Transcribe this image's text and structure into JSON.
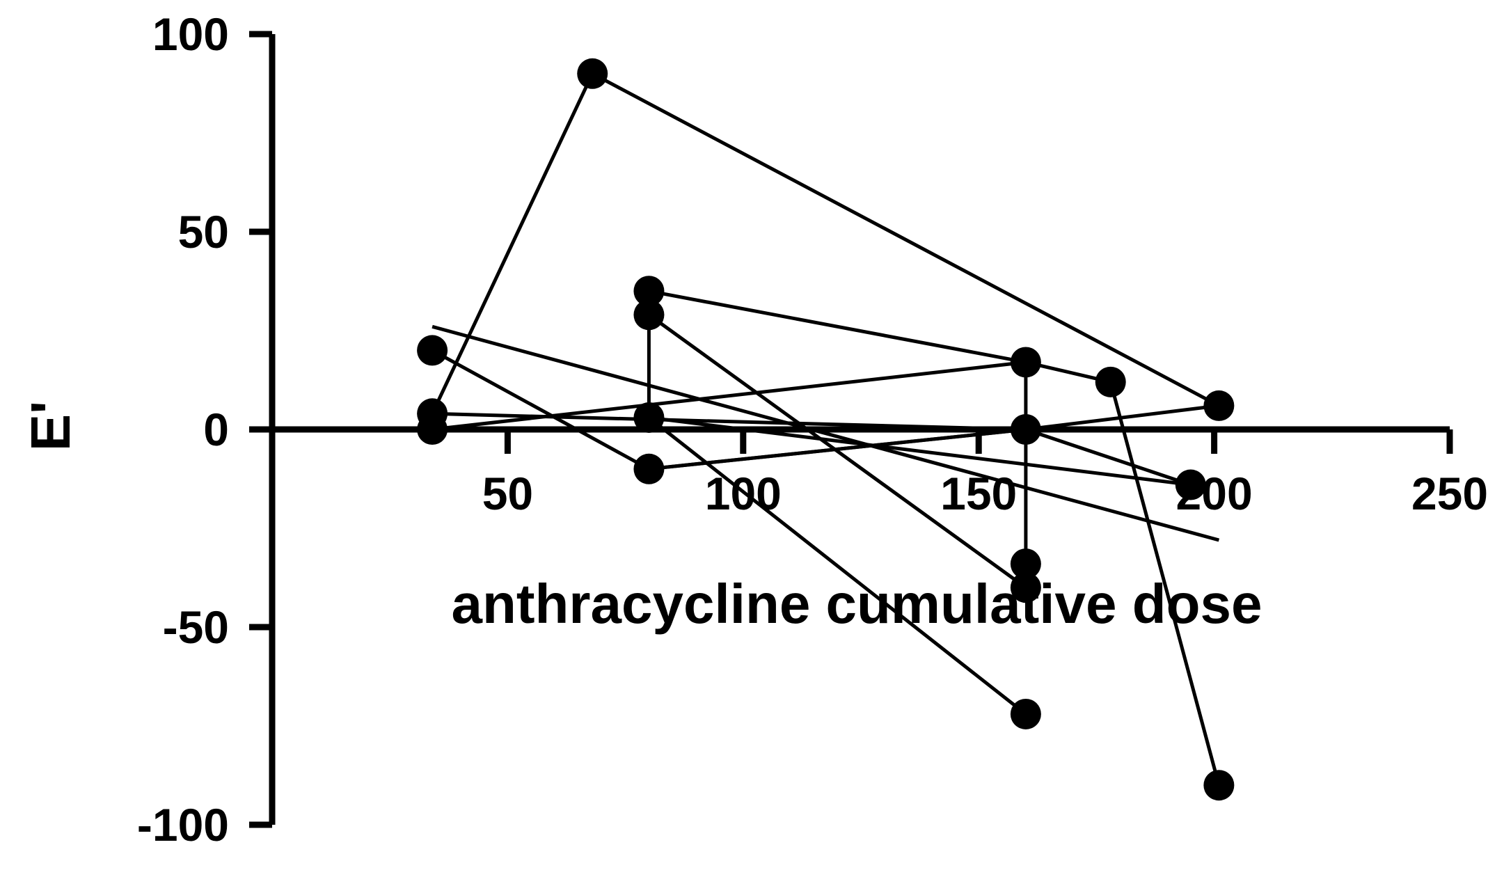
{
  "chart_data": {
    "type": "line",
    "title": "",
    "xlabel": "anthracycline cumulative dose",
    "ylabel": "E'",
    "xlim": [
      0,
      250
    ],
    "ylim": [
      -100,
      100
    ],
    "x_ticks": [
      "50",
      "100",
      "150",
      "200",
      "250"
    ],
    "y_ticks": [
      "100",
      "50",
      "0",
      "-50",
      "-100"
    ],
    "grid": false,
    "legend": "none",
    "series": [
      {
        "points": [
          [
            34,
            4
          ],
          [
            68,
            90
          ],
          [
            201,
            6
          ]
        ]
      },
      {
        "points": [
          [
            80,
            29
          ],
          [
            80,
            3
          ],
          [
            160,
            -72
          ]
        ]
      },
      {
        "points": [
          [
            80,
            35
          ],
          [
            160,
            17
          ],
          [
            178,
            12
          ],
          [
            201,
            -90
          ]
        ]
      },
      {
        "points": [
          [
            34,
            20
          ],
          [
            80,
            -10
          ],
          [
            160,
            0
          ],
          [
            195,
            -14
          ]
        ]
      },
      {
        "points": [
          [
            80,
            29
          ],
          [
            160,
            -40
          ]
        ]
      },
      {
        "points": [
          [
            160,
            17
          ],
          [
            160,
            -34
          ],
          [
            160,
            -40
          ]
        ]
      },
      {
        "points": [
          [
            34,
            0
          ],
          [
            160,
            17
          ]
        ]
      },
      {
        "points": [
          [
            34,
            26
          ],
          [
            201,
            -28
          ]
        ]
      },
      {
        "points": [
          [
            34,
            4
          ],
          [
            160,
            0
          ]
        ]
      },
      {
        "points": [
          [
            80,
            3
          ],
          [
            195,
            -14
          ]
        ]
      },
      {
        "points": [
          [
            80,
            -10
          ],
          [
            160,
            0
          ],
          [
            201,
            6
          ]
        ]
      }
    ],
    "markers": [
      [
        68,
        90
      ],
      [
        80,
        35
      ],
      [
        80,
        29
      ],
      [
        34,
        20
      ],
      [
        34,
        4
      ],
      [
        34,
        0
      ],
      [
        80,
        3
      ],
      [
        80,
        -10
      ],
      [
        160,
        17
      ],
      [
        160,
        0
      ],
      [
        160,
        -34
      ],
      [
        160,
        -40
      ],
      [
        160,
        -72
      ],
      [
        178,
        12
      ],
      [
        195,
        -14
      ],
      [
        201,
        6
      ],
      [
        201,
        -90
      ]
    ],
    "colors": {
      "line": "#000000",
      "marker": "#000000"
    }
  }
}
